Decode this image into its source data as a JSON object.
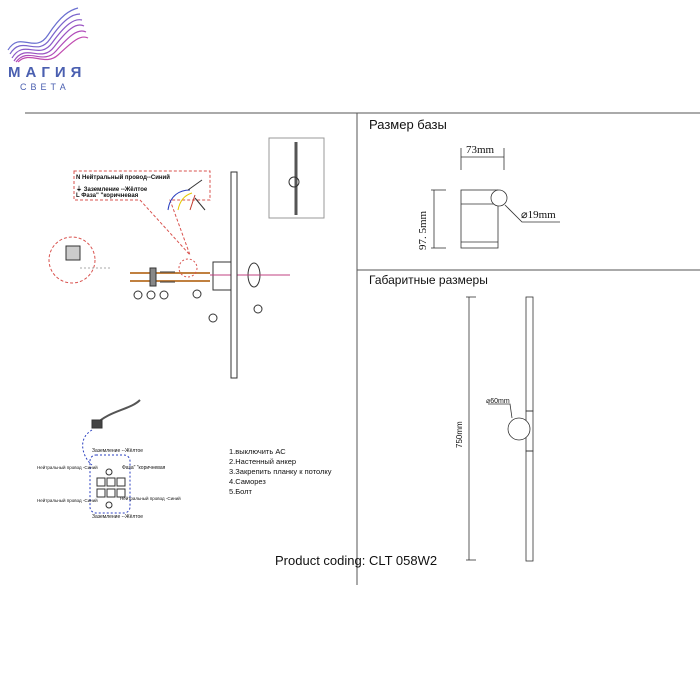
{
  "logo": {
    "line1": "МАГИЯ",
    "line2": "СВЕТА"
  },
  "legend": {
    "neutral": "Нейтральный провод--Синий",
    "ground": "Заземление --Жёлтое",
    "phase": "Фаза\" \"коричневая",
    "symbols": {
      "neutral": "N",
      "ground": "⏚",
      "phase": "L"
    }
  },
  "wiring": {
    "ground_top": "Заземление --Жёлтое",
    "neutral_left_top": "Нейтральный провод -Синий",
    "phase_right": "Фаза\" \"коричневая",
    "neutral_left_bottom": "Нейтральный провод -Синий",
    "neutral_right_bottom": "Нейтральный провод -Синий",
    "ground_bottom": "Заземление --Жёлтое"
  },
  "steps": [
    "1.выключить АС",
    "2.Настенный    анкер",
    "3.Закрепить планку   к  потолку",
    "4.Саморез",
    "5.Болт"
  ],
  "product_coding": "Product coding: CLT 058W2",
  "base_size": {
    "title": "Размер базы",
    "width": "73mm",
    "height": "97. 5mm",
    "diameter": "⌀19mm"
  },
  "overall": {
    "title": "Габаритные размеры",
    "length": "750mm",
    "diameter": "⌀60mm"
  },
  "colors": {
    "logo": "#4a5fb0",
    "callout": "#d9534f",
    "neutral": "#2a3fc0",
    "ground": "#e6c800",
    "phase": "#c0392b"
  }
}
